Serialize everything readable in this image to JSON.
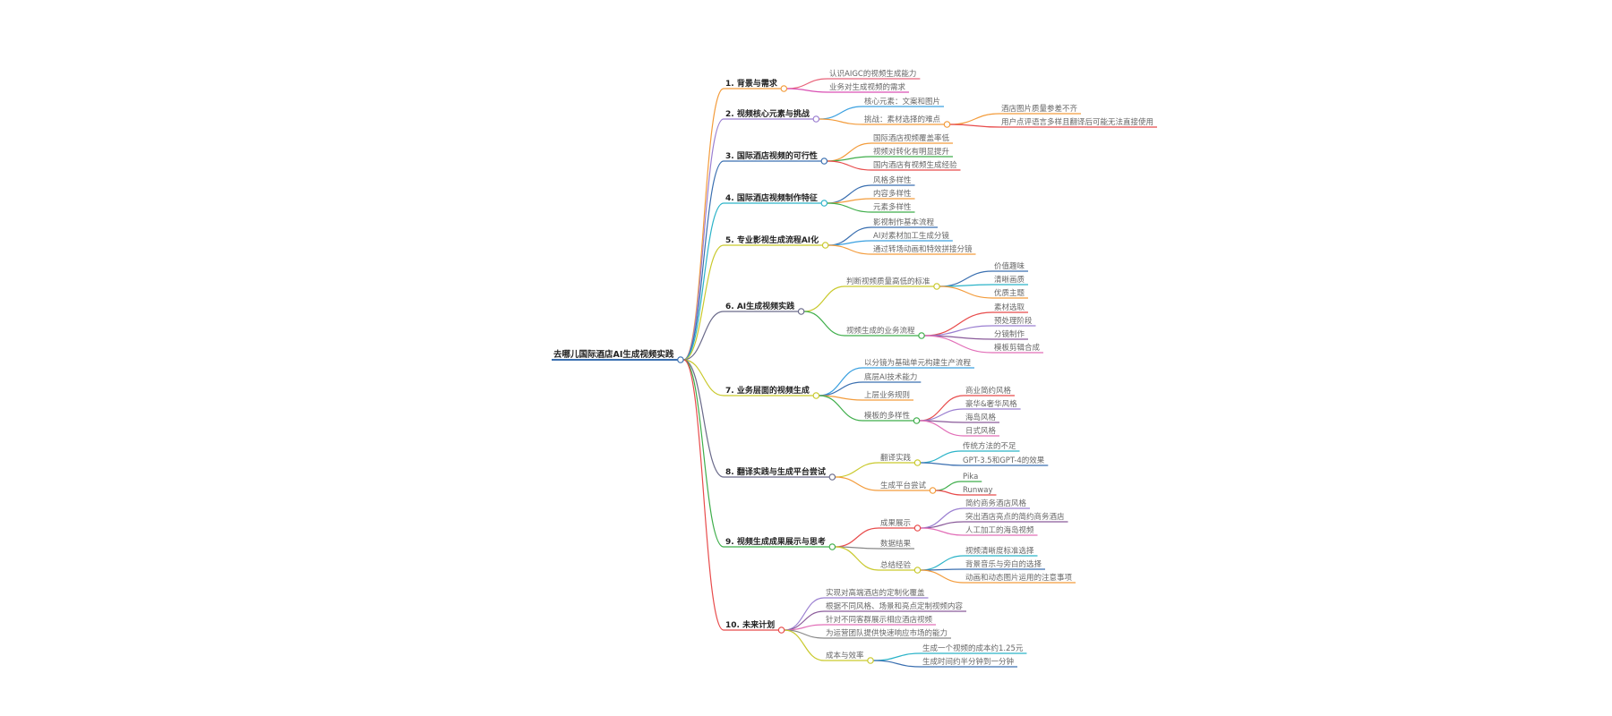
{
  "root": {
    "label": "去哪儿国际酒店AI生成视频实践",
    "children": [
      {
        "label": "1. 背景与需求",
        "color": "#f39c3c",
        "children": [
          {
            "label": "认识AIGC的视频生成能力",
            "color": "#e8637a"
          },
          {
            "label": "业务对生成视频的需求",
            "color": "#d94fb3"
          }
        ]
      },
      {
        "label": "2. 视频核心元素与挑战",
        "color": "#9b7fd1",
        "children": [
          {
            "label": "核心元素：文案和图片",
            "color": "#3aa0e0"
          },
          {
            "label": "挑战：素材选择的难点",
            "color": "#f39c3c",
            "children": [
              {
                "label": "酒店图片质量参差不齐",
                "color": "#f39c3c"
              },
              {
                "label": "用户点评语言多样且翻译后可能无法直接使用",
                "color": "#e84b4b"
              }
            ]
          }
        ]
      },
      {
        "label": "3. 国际酒店视频的可行性",
        "color": "#3a6fb0",
        "children": [
          {
            "label": "国际酒店视频覆盖率低",
            "color": "#f39c3c"
          },
          {
            "label": "视频对转化有明显提升",
            "color": "#3fae4b"
          },
          {
            "label": "国内酒店有视频生成经验",
            "color": "#e84b4b"
          }
        ]
      },
      {
        "label": "4. 国际酒店视频制作特征",
        "color": "#2bb3c8",
        "children": [
          {
            "label": "风格多样性",
            "color": "#3a6fb0"
          },
          {
            "label": "内容多样性",
            "color": "#f39c3c"
          },
          {
            "label": "元素多样性",
            "color": "#3fae4b"
          }
        ]
      },
      {
        "label": "5. 专业影视生成流程AI化",
        "color": "#c9c92c",
        "children": [
          {
            "label": "影视制作基本流程",
            "color": "#3a6fb0"
          },
          {
            "label": "AI对素材加工生成分镜",
            "color": "#3aa0e0"
          },
          {
            "label": "通过转场动画和特效拼接分镜",
            "color": "#f39c3c"
          }
        ]
      },
      {
        "label": "6. AI生成视频实践",
        "color": "#6a6a8a",
        "children": [
          {
            "label": "判断视频质量高低的标准",
            "color": "#c9c92c",
            "children": [
              {
                "label": "价值趣味",
                "color": "#3a6fb0"
              },
              {
                "label": "清晰画质",
                "color": "#2bb3c8"
              },
              {
                "label": "优质主题",
                "color": "#f39c3c"
              }
            ]
          },
          {
            "label": "视频生成的业务流程",
            "color": "#3fae4b",
            "children": [
              {
                "label": "素材选取",
                "color": "#e84b4b"
              },
              {
                "label": "预处理阶段",
                "color": "#9b7fd1"
              },
              {
                "label": "分镜制作",
                "color": "#8a5a9a"
              },
              {
                "label": "模板剪辑合成",
                "color": "#e26fb8"
              }
            ]
          }
        ]
      },
      {
        "label": "7. 业务层面的视频生成",
        "color": "#c9c92c",
        "children": [
          {
            "label": "以分镜为基础单元构建生产流程",
            "color": "#3aa0e0"
          },
          {
            "label": "底层AI技术能力",
            "color": "#3a6fb0"
          },
          {
            "label": "上层业务规则",
            "color": "#f39c3c"
          },
          {
            "label": "模板的多样性",
            "color": "#3fae4b",
            "children": [
              {
                "label": "商业简约风格",
                "color": "#e84b4b"
              },
              {
                "label": "豪华&奢华风格",
                "color": "#9b7fd1"
              },
              {
                "label": "海岛风格",
                "color": "#8a5a9a"
              },
              {
                "label": "日式风格",
                "color": "#e26fb8"
              }
            ]
          }
        ]
      },
      {
        "label": "8. 翻译实践与生成平台尝试",
        "color": "#6a6a8a",
        "children": [
          {
            "label": "翻译实践",
            "color": "#c9c92c",
            "children": [
              {
                "label": "传统方法的不足",
                "color": "#2bb3c8"
              },
              {
                "label": "GPT-3.5和GPT-4的效果",
                "color": "#3a6fb0"
              }
            ]
          },
          {
            "label": "生成平台尝试",
            "color": "#f39c3c",
            "children": [
              {
                "label": "Pika",
                "color": "#3fae4b"
              },
              {
                "label": "Runway",
                "color": "#e84b4b"
              }
            ]
          }
        ]
      },
      {
        "label": "9. 视频生成成果展示与思考",
        "color": "#3fae4b",
        "children": [
          {
            "label": "成果展示",
            "color": "#e84b4b",
            "children": [
              {
                "label": "简约商务酒店风格",
                "color": "#9b7fd1"
              },
              {
                "label": "突出酒店亮点的简约商务酒店",
                "color": "#8a5a9a"
              },
              {
                "label": "人工加工的海岛视频",
                "color": "#e26fb8"
              }
            ]
          },
          {
            "label": "数据结果",
            "color": "#888888"
          },
          {
            "label": "总结经验",
            "color": "#c9c92c",
            "children": [
              {
                "label": "视频清晰度标准选择",
                "color": "#2bb3c8"
              },
              {
                "label": "背景音乐与旁白的选择",
                "color": "#3a6fb0"
              },
              {
                "label": "动画和动态图片运用的注意事项",
                "color": "#f39c3c"
              }
            ]
          }
        ]
      },
      {
        "label": "10. 未来计划",
        "color": "#e84b4b",
        "children": [
          {
            "label": "实现对高端酒店的定制化覆盖",
            "color": "#9b7fd1"
          },
          {
            "label": "根据不同风格、场景和亮点定制视频内容",
            "color": "#8a5a9a"
          },
          {
            "label": "针对不同客群展示相应酒店视频",
            "color": "#e26fb8"
          },
          {
            "label": "为运营团队提供快速响应市场的能力",
            "color": "#888888"
          },
          {
            "label": "成本与效率",
            "color": "#c9c92c",
            "children": [
              {
                "label": "生成一个视频的成本约1.25元",
                "color": "#2bb3c8"
              },
              {
                "label": "生成时间约半分钟到一分钟",
                "color": "#3a6fb0"
              }
            ]
          }
        ]
      }
    ]
  }
}
